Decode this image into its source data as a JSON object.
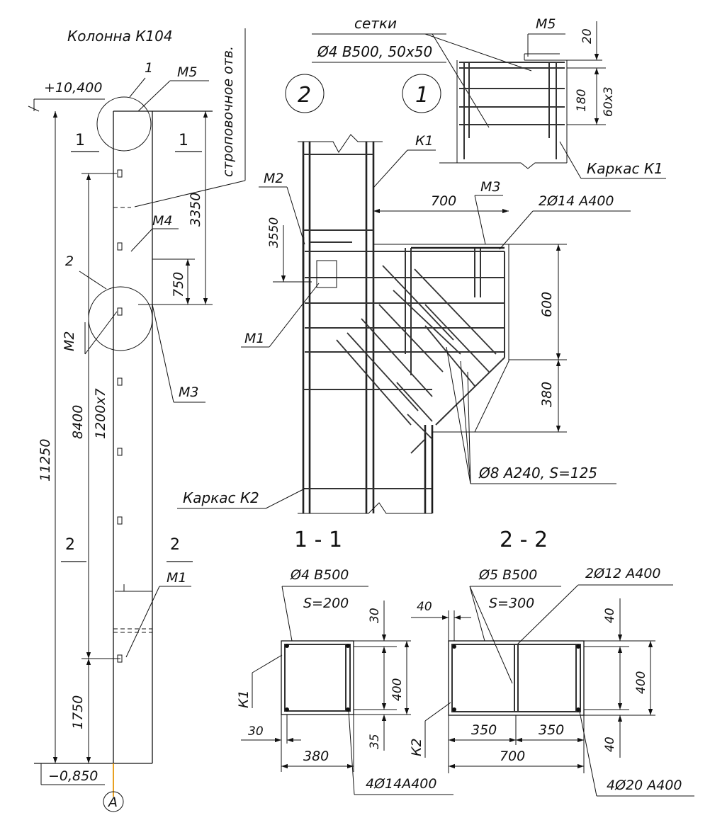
{
  "column": {
    "title": "Колонна К104",
    "elev_top": "+10,400",
    "elev_bottom": "−0,850",
    "axis": "А",
    "callout_1": "1",
    "callout_2": "2",
    "m5": "М5",
    "sling_hole": "строповочное отв.",
    "m4": "М4",
    "m3": "М3",
    "m2": "М2",
    "m1": "М1",
    "cut1_a": "1",
    "cut1_b": "1",
    "cut2_a": "2",
    "cut2_b": "2",
    "dim_11250": "11250",
    "dim_8400": "8400",
    "dim_1200x7": "1200x7",
    "dim_1750": "1750",
    "dim_3350": "3350",
    "dim_750": "750"
  },
  "node_detail": {
    "node_1": "1",
    "node_2": "2",
    "mesh_label": "сетки",
    "mesh_spec": "Ø4 В500, 50x50",
    "m5": "М5",
    "dim_20": "20",
    "dim_180": "180",
    "dim_60x3": "60x3",
    "frame_k1": "Каркас К1",
    "k1": "К1",
    "m2": "М2",
    "m3": "М3",
    "dim_700": "700",
    "rebar_2d14": "2Ø14 А400",
    "dim_3550": "3550",
    "dim_600": "600",
    "dim_380": "380",
    "m1": "М1",
    "stirrups": "Ø8 А240, S=125",
    "frame_k2": "Каркас К2"
  },
  "section_1_1": {
    "title": "1 - 1",
    "spec": "Ø4 В500",
    "step": "S=200",
    "dim_30_top": "30",
    "dim_400": "400",
    "dim_35": "35",
    "k1": "К1",
    "dim_30_left": "30",
    "dim_380": "380",
    "bars": "4Ø14А400"
  },
  "section_2_2": {
    "title": "2 - 2",
    "spec": "Ø5 В500",
    "step": "S=300",
    "dim_40_left": "40",
    "rebar_top": "2Ø12 А400",
    "dim_40_top": "40",
    "dim_400": "400",
    "dim_40_bottom": "40",
    "k2": "К2",
    "dim_350_a": "350",
    "dim_350_b": "350",
    "dim_700": "700",
    "bars": "4Ø20 А400"
  }
}
